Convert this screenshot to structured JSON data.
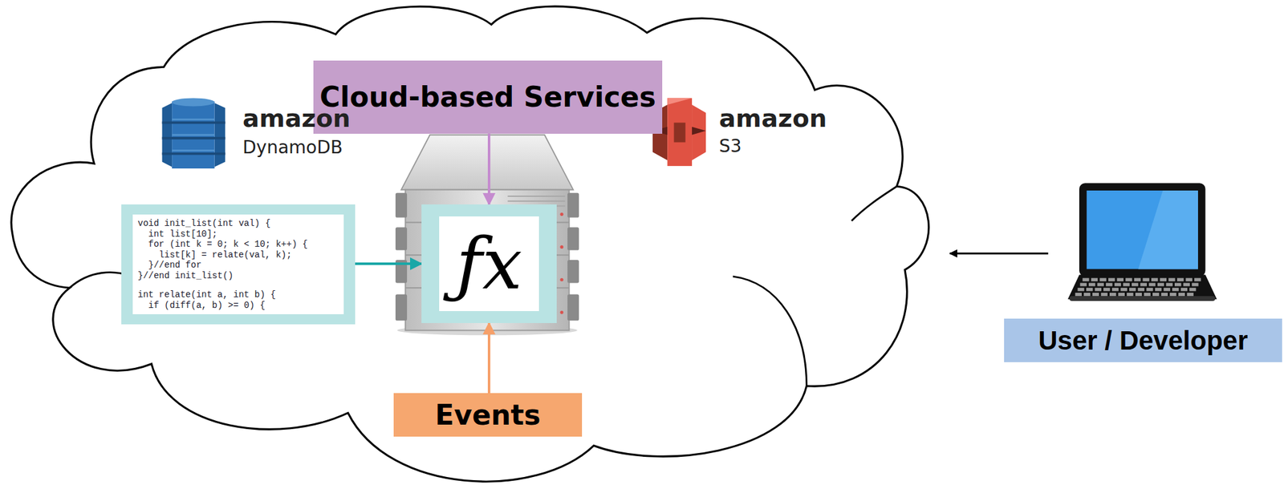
{
  "diagram": {
    "nodes": [
      {
        "text": [
          "Cloud-based Services"
        ]
      },
      {
        "text": [
          "void init_list(int val) {",
          "int list[10];",
          "for (int k = 0; k < 10; k++) {",
          "list[k] = relate(val, k);",
          "}//end for",
          "}//end init_list()",
          "int relate(int a, int b) {",
          "if (diff(a, b) >= 0) {"
        ]
      },
      {
        "text": [
          "ƒx"
        ]
      },
      {
        "text": [
          "Events"
        ]
      },
      {
        "text": [
          "User / Developer"
        ]
      }
    ],
    "edges": [
      {
        "from": 0,
        "to": 2,
        "arrow": "to"
      },
      {
        "from": 1,
        "to": 2,
        "arrow": "to"
      },
      {
        "from": 3,
        "to": 2,
        "arrow": "to"
      }
    ],
    "labels": [
      "amazon",
      "DynamoDB",
      "amazon",
      "S3"
    ]
  }
}
